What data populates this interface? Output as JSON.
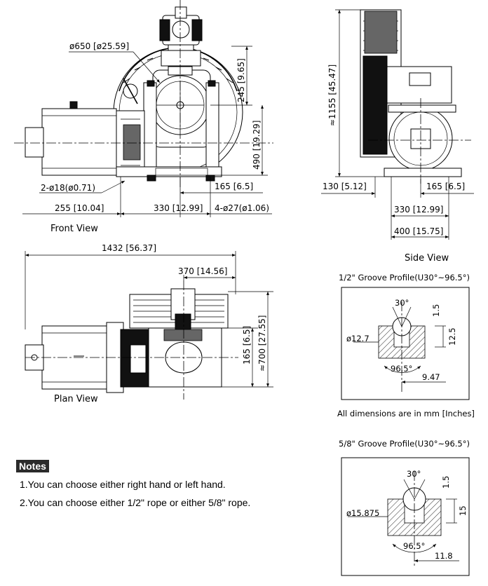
{
  "views": {
    "front": "Front View",
    "side": "Side View",
    "plan": "Plan View"
  },
  "front_dims": {
    "sheave_dia": "ø650 [ø25.59]",
    "d245": "245 [9.65]",
    "d490": "490 [19.29]",
    "holes_small": "2-ø18(ø0.71)",
    "d165": "165 [6.5]",
    "d255": "255 [10.04]",
    "d330": "330 [12.99]",
    "holes_big": "4-ø27(ø1.06)"
  },
  "side_dims": {
    "height": "≈1155 [45.47]",
    "d130": "130 [5.12]",
    "d165": "165 [6.5]",
    "d330": "330 [12.99]",
    "d400": "400 [15.75]"
  },
  "plan_dims": {
    "d1432": "1432 [56.37]",
    "d370": "370 [14.56]",
    "d165": "165 [6.5]",
    "d700": "≈700 [27.55]"
  },
  "groove_half": {
    "title": "1/2\" Groove Profile(U30°~96.5°)",
    "angle_top": "30°",
    "d_top": "1.5",
    "dia": "ø12.7",
    "d_right": "12.5",
    "angle_bottom": "96.5°",
    "d_bottom": "9.47"
  },
  "dimension_note": "All dimensions are in mm [Inches]",
  "groove_five_eighth": {
    "title": "5/8\" Groove Profile(U30°~96.5°)",
    "angle_top": "30°",
    "d_top": "1.5",
    "dia": "ø15.875",
    "d_right": "15",
    "angle_bottom": "96.5°",
    "d_bottom": "11.8"
  },
  "notes": {
    "title": "Notes",
    "items": [
      "1.You can choose either right hand or left hand.",
      "2.You can choose either 1/2\" rope or either 5/8\" rope."
    ]
  }
}
